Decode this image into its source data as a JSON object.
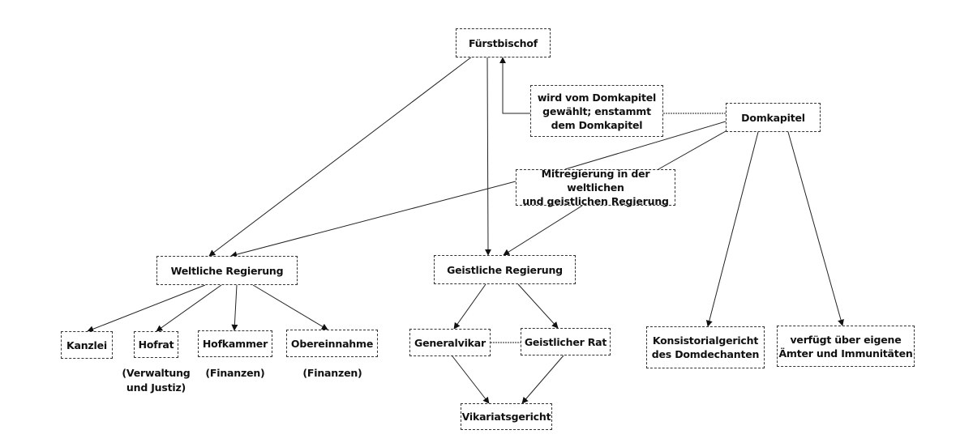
{
  "diagram": {
    "nodes": {
      "fuerstbischof": "Fürstbischof",
      "wahl": "wird vom Domkapitel\ngewählt; enstammt\ndem Domkapitel",
      "domkapitel": "Domkapitel",
      "mitregierung": "Mitregierung in der weltlichen\nund geistlichen Regierung",
      "weltlich": "Weltliche Regierung",
      "geistlich": "Geistliche Regierung",
      "kanzlei": "Kanzlei",
      "hofrat": "Hofrat",
      "hofkammer": "Hofkammer",
      "obereinnahme": "Obereinnahme",
      "generalvikar": "Generalvikar",
      "geistlicherrat": "Geistlicher Rat",
      "vikariat": "Vikariatsgericht",
      "konsistorial": "Konsistorialgericht\ndes Domdechanten",
      "verfuegt": "verfügt über eigene\nÄmter und Immunitäten"
    },
    "notes": {
      "hofrat": "(Verwaltung\nund Justiz)",
      "hofkammer": "(Finanzen)",
      "obereinnahme": "(Finanzen)"
    },
    "edges": [
      {
        "from": "fuerstbischof",
        "to": "weltlich",
        "arrow": true
      },
      {
        "from": "fuerstbischof",
        "to": "geistlich",
        "arrow": true
      },
      {
        "from": "wahl",
        "to": "fuerstbischof",
        "arrow": true
      },
      {
        "from": "domkapitel",
        "to": "wahl",
        "arrow": false,
        "dashed": true
      },
      {
        "from": "domkapitel",
        "to": "mitregierung",
        "arrow": false
      },
      {
        "from": "domkapitel",
        "to": "mitregierung",
        "arrow": false
      },
      {
        "from": "mitregierung",
        "to": "weltlich",
        "arrow": true
      },
      {
        "from": "mitregierung",
        "to": "geistlich",
        "arrow": true
      },
      {
        "from": "domkapitel",
        "to": "konsistorial",
        "arrow": true
      },
      {
        "from": "domkapitel",
        "to": "verfuegt",
        "arrow": true
      },
      {
        "from": "weltlich",
        "to": "kanzlei",
        "arrow": true
      },
      {
        "from": "weltlich",
        "to": "hofrat",
        "arrow": true
      },
      {
        "from": "weltlich",
        "to": "hofkammer",
        "arrow": true
      },
      {
        "from": "weltlich",
        "to": "obereinnahme",
        "arrow": true
      },
      {
        "from": "geistlich",
        "to": "generalvikar",
        "arrow": true
      },
      {
        "from": "geistlich",
        "to": "geistlicherrat",
        "arrow": true
      },
      {
        "from": "generalvikar",
        "to": "geistlicherrat",
        "arrow": false,
        "dashed": true
      },
      {
        "from": "generalvikar",
        "to": "vikariat",
        "arrow": true
      },
      {
        "from": "geistlicherrat",
        "to": "vikariat",
        "arrow": true
      }
    ]
  }
}
